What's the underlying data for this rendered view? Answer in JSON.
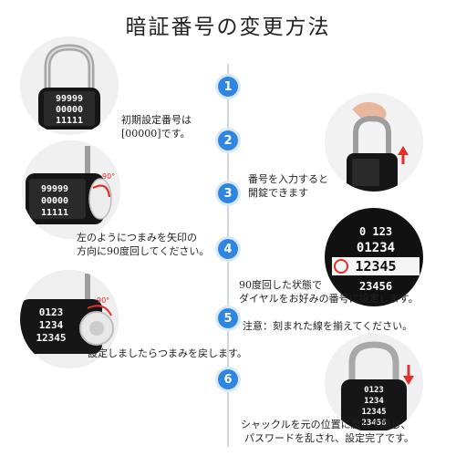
{
  "title": "暗証番号の変更方法",
  "steps": [
    "1",
    "2",
    "3",
    "4",
    "5",
    "6"
  ],
  "captions": {
    "c1a": "初期設定番号は",
    "c1b": "[00000]です。",
    "c2a": "番号を入力すると",
    "c2b": "開錠できます",
    "c3a": "左のようにつまみを矢印の",
    "c3b": "方向に90度回してください。",
    "c4a": "90度回した状態で",
    "c4b": "ダイヤルをお好みの番号に設定します。",
    "c5": "注意：刻まれた線を揃えてください。",
    "c5b": "設定しましたらつまみを戻します。",
    "c6a": "シャックルを元の位置に戻して閉じ、",
    "c6b": "パスワードを乱され、設定完了です。"
  },
  "images": {
    "img1": {
      "rows": [
        "99999",
        "00000",
        "11111"
      ]
    },
    "img3": {
      "rows": [
        "99999",
        "00000",
        "11111"
      ],
      "angle": "90°"
    },
    "img4": {
      "rows": [
        "0 123",
        "01234",
        "12345",
        "23456"
      ]
    },
    "img5": {
      "rows": [
        "0123",
        "1234",
        "12345"
      ],
      "angle": "90°"
    },
    "img6": {
      "rows": [
        "0123",
        "1234",
        "12345",
        "23456"
      ]
    }
  },
  "colors": {
    "accent": "#2f86e0",
    "arrow": "#e0302a",
    "lock": "#151515"
  }
}
